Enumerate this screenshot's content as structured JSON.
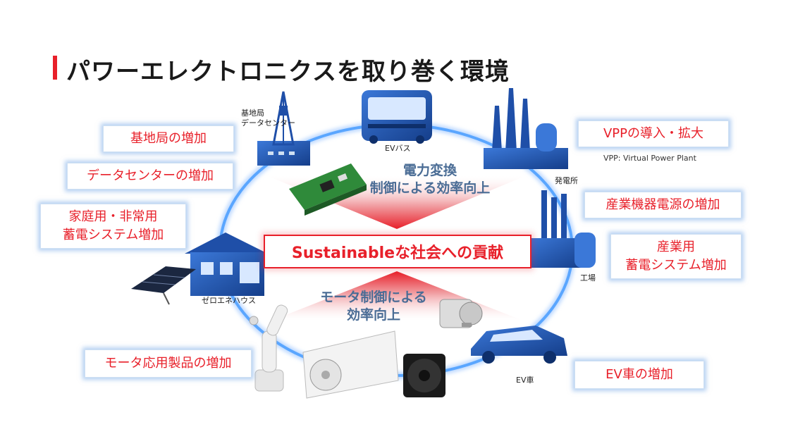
{
  "title": "パワーエレクトロニクスを取り巻く環境",
  "center": "Sustainableな社会への貢献",
  "top_triangle_text": "電力変換\n制御による効率向上",
  "bottom_triangle_text": "モータ制御による\n効率向上",
  "callouts": {
    "base_station": "基地局の増加",
    "data_center": "データセンターの増加",
    "home_storage": "家庭用・非常用\n蓄電システム増加",
    "motor": "モータ応用製品の増加",
    "vpp": "VPPの導入・拡大",
    "industrial_power": "産業機器電源の増加",
    "industrial_storage": "産業用\n蓄電システム増加",
    "ev": "EV車の増加"
  },
  "vpp_note": "VPP: Virtual Power Plant",
  "labels": {
    "base_station": "基地局\nデータセンター",
    "ev_bus": "EVバス",
    "power_plant": "発電所",
    "factory": "工場",
    "zero_energy_house": "ゼロエネハウス",
    "ev_car": "EV車"
  },
  "colors": {
    "accent_red": "#e8202a",
    "ring_blue": "#5aa6ff",
    "icon_blue": "#1f4fa8",
    "triangle_red": "#e8202a",
    "triangle_text": "#4a6c95"
  }
}
